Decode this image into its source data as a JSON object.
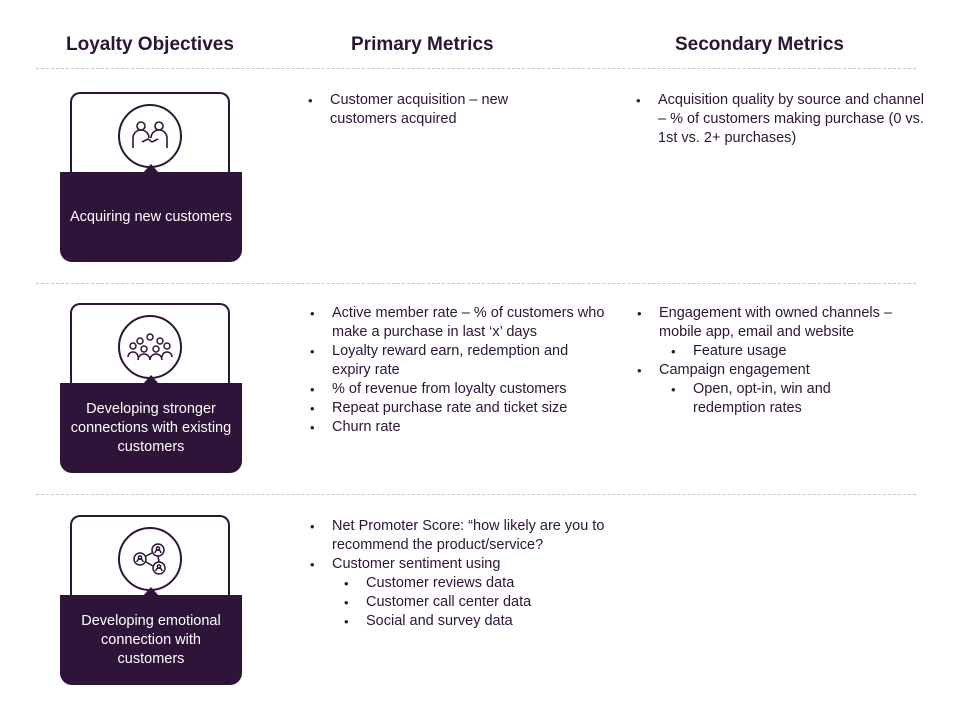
{
  "headers": {
    "objectives": "Loyalty Objectives",
    "primary": "Primary Metrics",
    "secondary": "Secondary Metrics"
  },
  "rows": [
    {
      "objective": "Acquiring new customers",
      "icon": "handshake-icon",
      "primary": [
        {
          "text": "Customer acquisition – new customers acquired",
          "level": 1
        }
      ],
      "secondary": [
        {
          "text": "Acquisition quality by source and channel – % of customers making purchase (0 vs. 1st vs. 2+ purchases)",
          "level": 1
        }
      ]
    },
    {
      "objective": "Developing stronger connections with existing customers",
      "icon": "customer-group-icon",
      "primary": [
        {
          "text": "Active member rate – % of customers who make a purchase in last ‘x’ days",
          "level": 1
        },
        {
          "text": "Loyalty reward earn, redemption and expiry rate",
          "level": 1
        },
        {
          "text": "% of revenue from loyalty customers",
          "level": 1
        },
        {
          "text": "Repeat purchase rate and ticket size",
          "level": 1
        },
        {
          "text": "Churn rate",
          "level": 1
        }
      ],
      "secondary": [
        {
          "text": "Engagement with owned channels – mobile app, email and website",
          "level": 1
        },
        {
          "text": "Feature usage",
          "level": 2
        },
        {
          "text": "Campaign engagement",
          "level": 1
        },
        {
          "text": "Open, opt-in, win and redemption rates",
          "level": 2
        }
      ]
    },
    {
      "objective": "Developing emotional connection with customers",
      "icon": "connected-people-icon",
      "primary": [
        {
          "text": "Net Promoter Score: “how likely are you to recommend the product/service?",
          "level": 1
        },
        {
          "text": "Customer sentiment using",
          "level": 1
        },
        {
          "text": "Customer reviews data",
          "level": 2
        },
        {
          "text": "Customer call center data",
          "level": 2
        },
        {
          "text": "Social and survey data",
          "level": 2
        }
      ],
      "secondary": []
    }
  ],
  "colors": {
    "brand_dark": "#2d1438",
    "text": "#2d1537",
    "divider": "#c8c8c8"
  }
}
